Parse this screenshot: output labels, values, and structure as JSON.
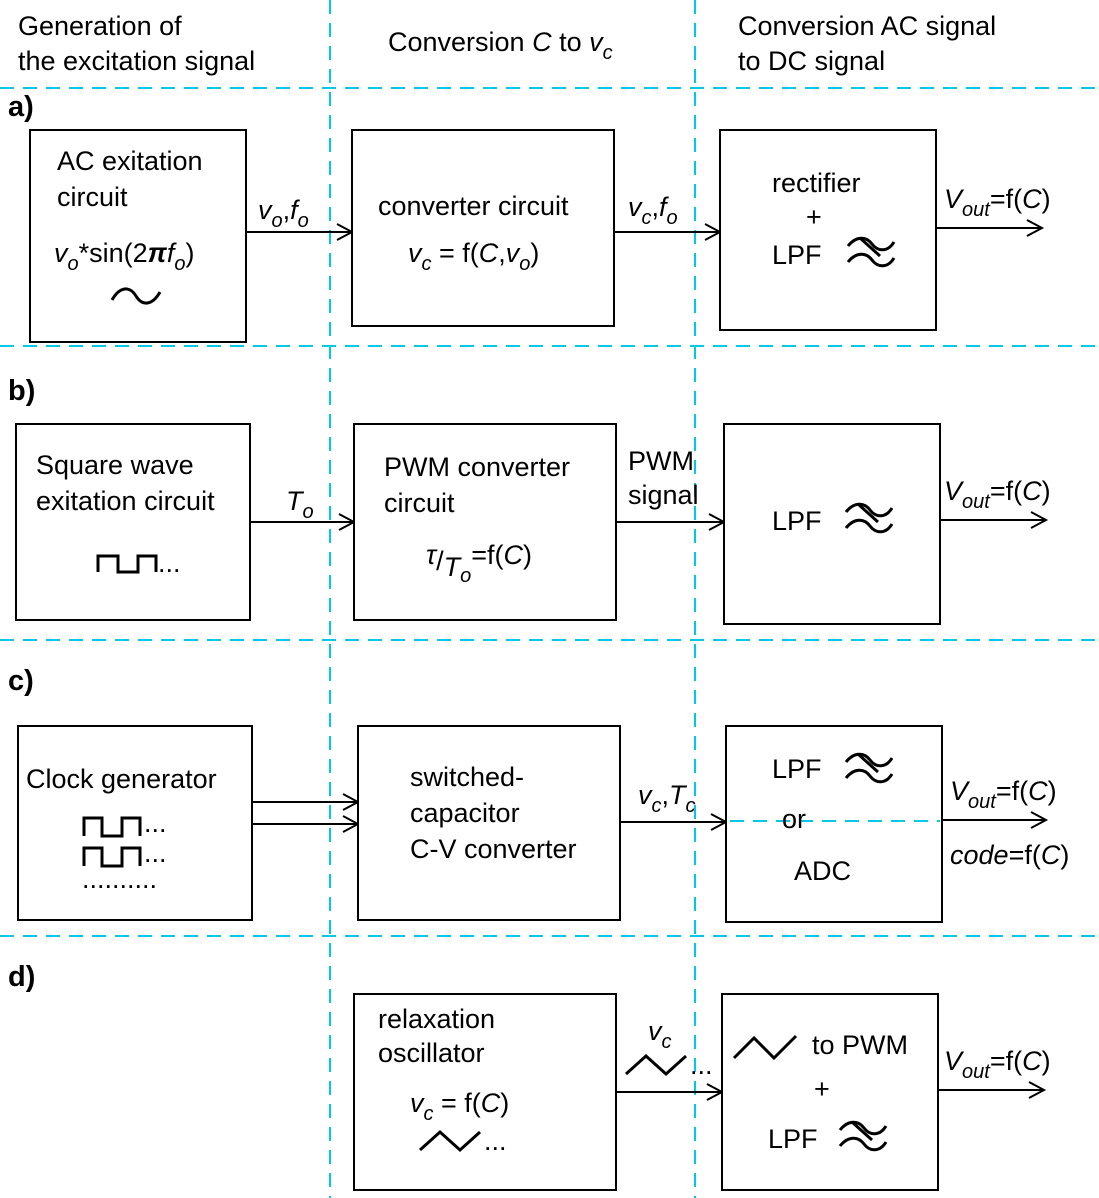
{
  "columns": {
    "col1": [
      "Generation of",
      "the excitation signal"
    ],
    "col2_main": "Conversion ",
    "col2_c": "C",
    "col2_to": " to ",
    "col2_v": "v",
    "col2_sub": "c",
    "col3": [
      "Conversion AC signal",
      "to DC signal"
    ]
  },
  "sections": [
    "a)",
    "b)",
    "c)",
    "d)"
  ],
  "a": {
    "box1": [
      "AC exitation",
      "circuit"
    ],
    "box1_formula": {
      "v": "v",
      "o": "o",
      "star": "*",
      "sin": "sin(2",
      "pi": "π",
      "f": "f",
      "fo": "o",
      "close": ")"
    },
    "arrow1": {
      "v": "v",
      "o": "o",
      "comma": ",",
      "f": "f",
      "fo": "o"
    },
    "box2": "converter circuit",
    "box2_formula": {
      "v": "v",
      "c": "c",
      "eq": " = f(",
      "C": "C",
      "comma": ",",
      "v2": "v",
      "o": "o",
      "close": ")"
    },
    "arrow2": {
      "v": "v",
      "c": "c",
      "comma": ",",
      "f": "f",
      "fo": "o"
    },
    "box3": [
      "rectifier",
      "+",
      "LPF"
    ],
    "out": {
      "V": "V",
      "sub": "out",
      "eq": "=f(",
      "C": "C",
      "close": ")"
    }
  },
  "b": {
    "box1": [
      "Square wave",
      "exitation circuit"
    ],
    "arrow1": {
      "T": "T",
      "o": "o"
    },
    "box2": [
      "PWM converter",
      "circuit"
    ],
    "box2_formula": {
      "tau": "τ",
      "slash": "/",
      "T": "T",
      "o": "o",
      "eq": "=f(",
      "C": "C",
      "close": ")"
    },
    "arrow2": [
      "PWM",
      "signal"
    ],
    "box3": "LPF",
    "out": {
      "V": "V",
      "sub": "out",
      "eq": "=f(",
      "C": "C",
      "close": ")"
    }
  },
  "c": {
    "box1": "Clock generator",
    "box2": [
      "switched-",
      "capacitor",
      "C-V converter"
    ],
    "arrow2": {
      "v": "v",
      "c": "c",
      "comma": ",",
      "T": "T",
      "Tc": "c"
    },
    "box3": [
      "LPF",
      "or",
      "ADC"
    ],
    "out": {
      "V": "V",
      "sub": "out",
      "eq": "=f(",
      "C": "C",
      "close": ")"
    },
    "code": {
      "code": "code",
      "eq": "=f(",
      "C": "C",
      "close": ")"
    }
  },
  "d": {
    "box2": [
      "relaxation",
      "oscillator"
    ],
    "box2_formula": {
      "v": "v",
      "c": "c",
      "eq": " = f(",
      "C": "C",
      "close": ")"
    },
    "arrow2": {
      "v": "v",
      "c": "c"
    },
    "box3": [
      "to PWM",
      "+",
      "LPF"
    ],
    "out": {
      "V": "V",
      "sub": "out",
      "eq": "=f(",
      "C": "C",
      "close": ")"
    }
  },
  "ellipsis": "...",
  "dots": "..........",
  "colors": {
    "guides": "#00c8e6",
    "ink": "#000000"
  }
}
